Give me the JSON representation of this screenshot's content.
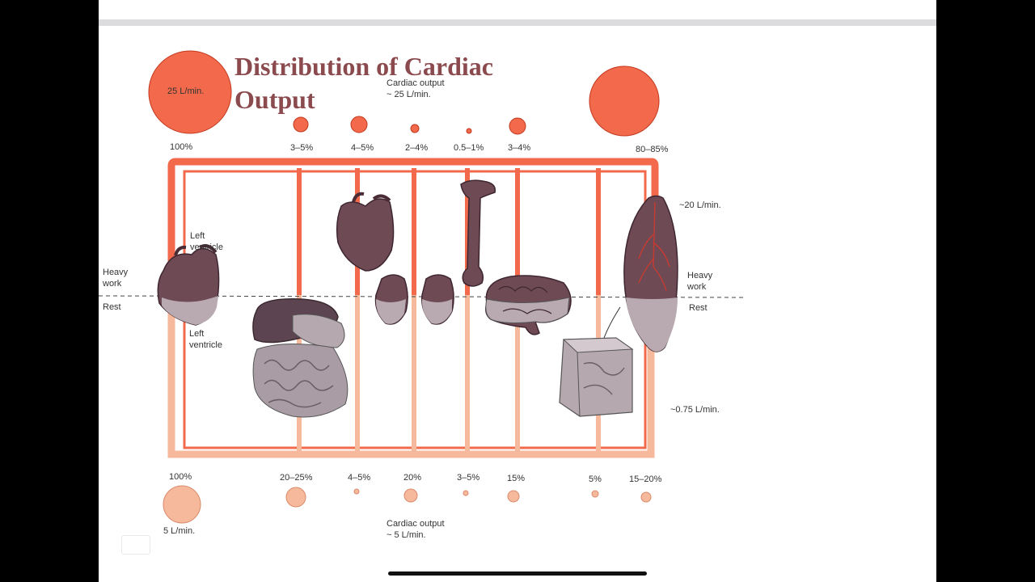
{
  "title": "Distribution of Cardiac Output",
  "colors": {
    "heavy_work_flow": "#f26a4b",
    "rest_flow": "#f7b99c",
    "title_color": "#8b4a4d",
    "organ_tissue": "#6e4a55"
  },
  "heavy_work": {
    "cardiac_output_label": "Cardiac output\n~ 25 L/min.",
    "total_circle_label": "25 L/min.",
    "total_percent": "100%",
    "muscle_flow": "~20 L/min.",
    "organ_percents": [
      "3–5%",
      "4–5%",
      "2–4%",
      "0.5–1%",
      "3–4%",
      "80–85%"
    ]
  },
  "rest": {
    "cardiac_output_label": "Cardiac output\n~ 5 L/min.",
    "total_circle_label": "5 L/min.",
    "total_percent": "100%",
    "muscle_flow": "~0.75 L/min.",
    "organ_percents": [
      "20–25%",
      "4–5%",
      "20%",
      "3–5%",
      "15%",
      "5%",
      "15–20%"
    ]
  },
  "labels": {
    "left_ventricle": "Left\nventricle",
    "heavy_work": "Heavy\nwork",
    "rest": "Rest"
  },
  "organs": [
    "heart",
    "liver-intestines",
    "heart-coronary",
    "kidneys",
    "bone",
    "brain",
    "skin",
    "skeletal-muscle"
  ]
}
